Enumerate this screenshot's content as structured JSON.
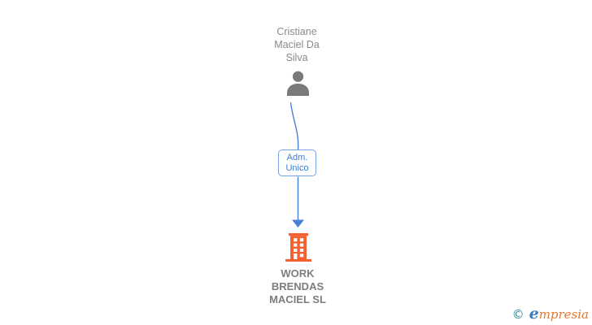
{
  "diagram": {
    "person": {
      "name": "Cristiane Maciel Da Silva",
      "name_lines": [
        "Cristiane",
        "Maciel Da",
        "Silva"
      ],
      "icon": "person-silhouette"
    },
    "edge": {
      "label": "Adm. Unico",
      "label_lines": [
        "Adm.",
        "Unico"
      ],
      "arrow": "down-arrow"
    },
    "company": {
      "name": "WORK BRENDAS MACIEL SL",
      "name_lines": [
        "WORK",
        "BRENDAS",
        "MACIEL SL"
      ],
      "icon": "office-building"
    }
  },
  "footer": {
    "copyright_symbol": "©",
    "brand": "empresia",
    "brand_initial": "e",
    "brand_rest": "mpresia"
  },
  "colors": {
    "person_icon": "#7a7a7a",
    "person_text": "#8a8a8a",
    "edge_line": "#4a80d9",
    "edge_box_border": "#77a3e3",
    "edge_box_text": "#3c7cd0",
    "building_icon": "#f4602f",
    "company_text": "#7d7d7d",
    "copyright": "#25808e",
    "brand_initial": "#3b7abc",
    "brand_rest": "#e5762d",
    "background": "#ffffff"
  }
}
